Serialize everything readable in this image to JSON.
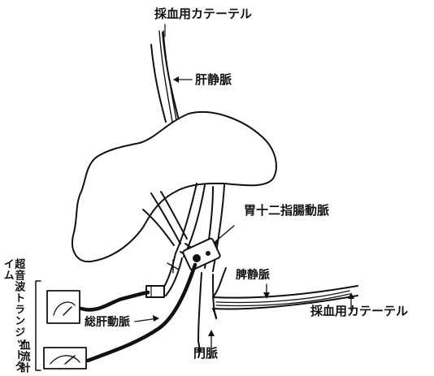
{
  "labels": {
    "catheter_top": "採血用カテーテル",
    "hepatic_vein": "肝静脈",
    "gastroduodenal_artery": "胃十二指腸動脈",
    "splenic_vein": "脾静脈",
    "catheter_right": "採血用カテーテル",
    "common_hepatic_artery": "総肝動脈",
    "portal_vein": "門脈",
    "ultrasonic_transit_time": "超音波トランジットタイム",
    "flowmeter": "血流計"
  },
  "colors": {
    "line": "#111111",
    "background": "#ffffff"
  }
}
